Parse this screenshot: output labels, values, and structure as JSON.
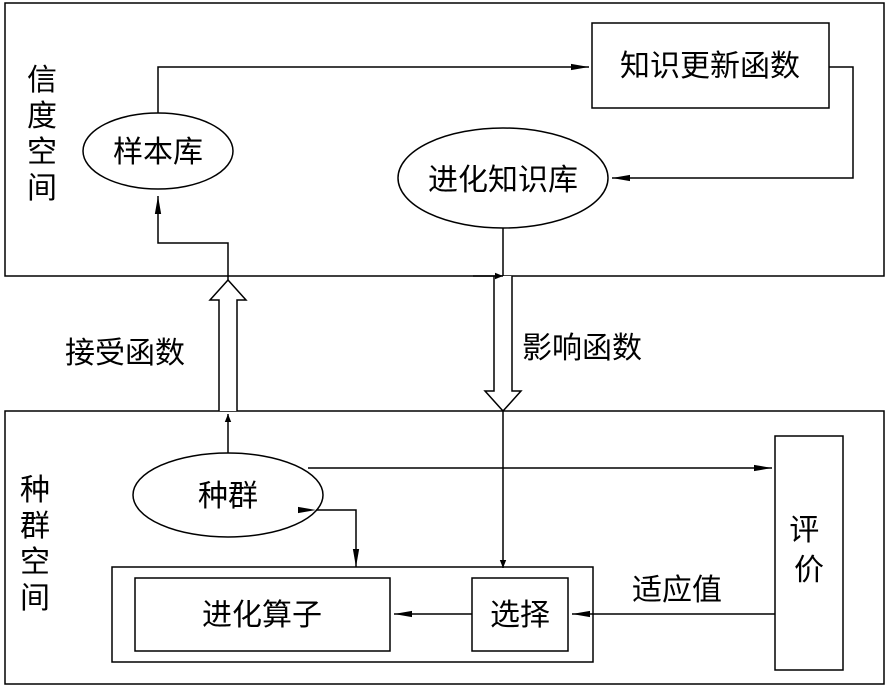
{
  "belief_space": {
    "label": [
      "信",
      "度",
      "空",
      "间"
    ]
  },
  "population_space": {
    "label": [
      "种",
      "群",
      "空",
      "间"
    ]
  },
  "nodes": {
    "sample_library": "样本库",
    "knowledge_update": "知识更新函数",
    "evolution_knowledge_library": "进化知识库",
    "population": "种群",
    "evaluation": [
      "评",
      "价"
    ],
    "evolution_operator": "进化算子",
    "selection": "选择"
  },
  "edges": {
    "acceptance": "接受函数",
    "influence": "影响函数",
    "fitness": "适应值"
  },
  "colors": {
    "stroke": "#000000",
    "background": "#ffffff"
  }
}
